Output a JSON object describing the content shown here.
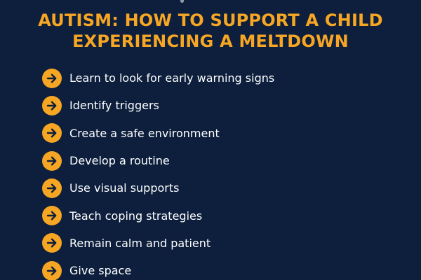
{
  "title": {
    "line1": "AUTISM: HOW TO SUPPORT A CHILD",
    "line2": "EXPERIENCING A MELTDOWN"
  },
  "items": [
    {
      "label": "Learn to look for early warning signs",
      "icon": "arrow-right-icon"
    },
    {
      "label": "Identify triggers",
      "icon": "arrow-right-icon"
    },
    {
      "label": "Create a safe environment",
      "icon": "arrow-right-icon"
    },
    {
      "label": "Develop a routine",
      "icon": "arrow-right-icon"
    },
    {
      "label": "Use visual supports",
      "icon": "arrow-right-icon"
    },
    {
      "label": "Teach coping strategies",
      "icon": "arrow-right-icon"
    },
    {
      "label": "Remain calm and patient",
      "icon": "arrow-right-icon"
    },
    {
      "label": "Give space",
      "icon": "arrow-right-icon"
    }
  ],
  "colors": {
    "background": "#0d1f3d",
    "accent": "#f6a623",
    "text": "#ffffff"
  }
}
